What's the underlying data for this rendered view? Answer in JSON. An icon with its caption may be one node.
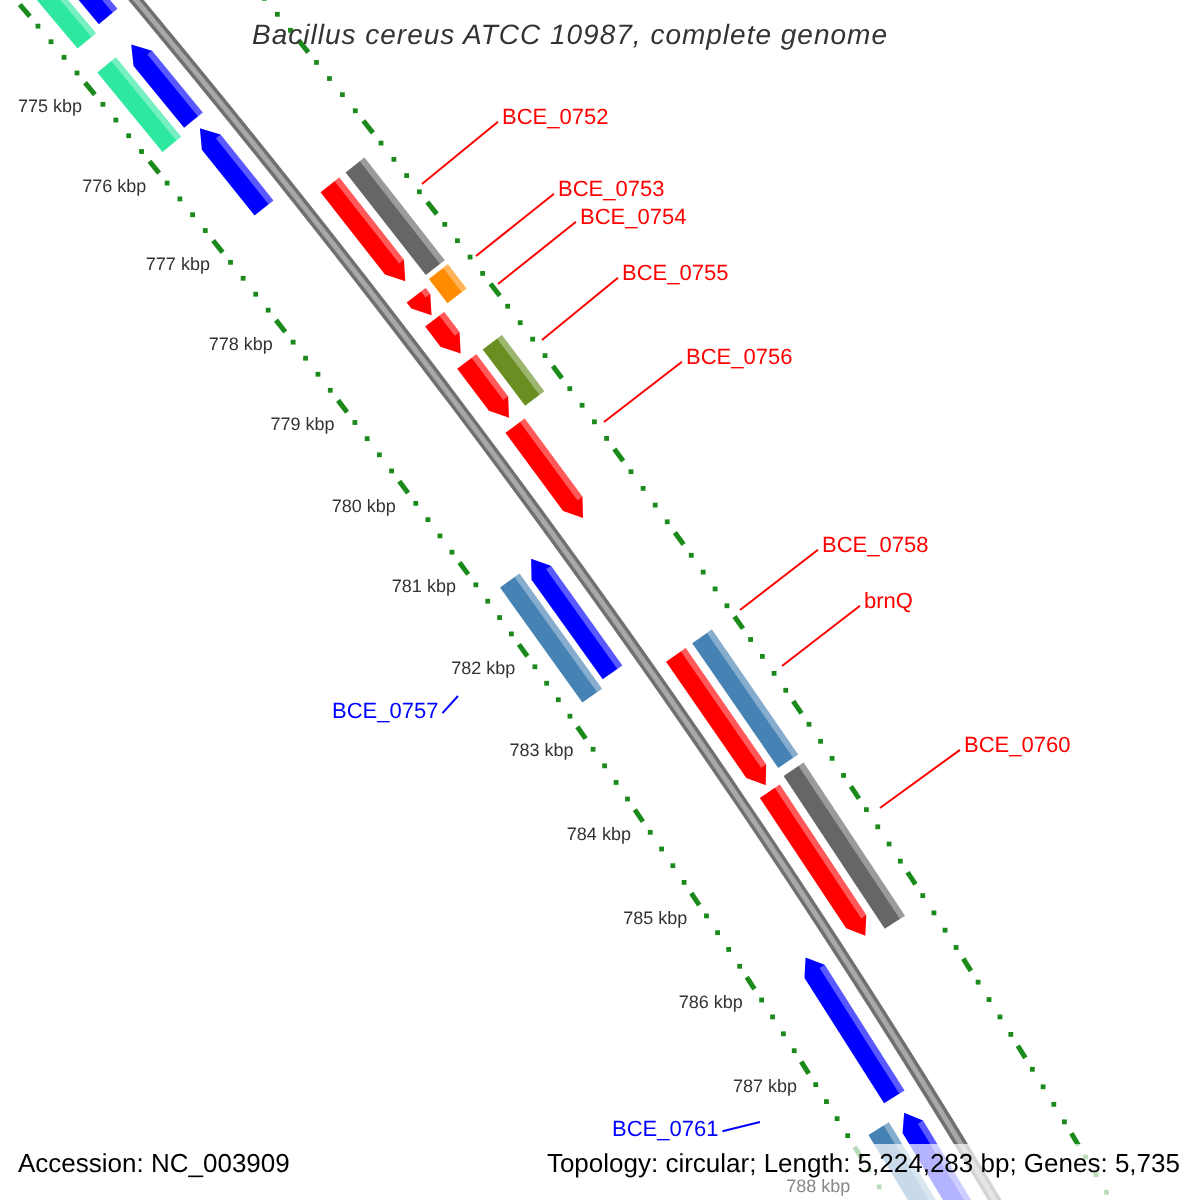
{
  "diagram": {
    "title": "Bacillus cereus ATCC 10987, complete genome",
    "nodes": [
      {
        "text": [
          "BCE_0752"
        ]
      },
      {
        "text": [
          "BCE_0753"
        ]
      },
      {
        "text": [
          "BCE_0754"
        ]
      },
      {
        "text": [
          "BCE_0755"
        ]
      },
      {
        "text": [
          "BCE_0756"
        ]
      },
      {
        "text": [
          "BCE_0758"
        ]
      },
      {
        "text": [
          "brnQ"
        ]
      },
      {
        "text": [
          "BCE_0760"
        ]
      },
      {
        "text": [
          "BCE_0757"
        ]
      },
      {
        "text": [
          "BCE_0761"
        ]
      }
    ],
    "edges": [
      {
        "from": 0,
        "to": null,
        "arrow": "none"
      },
      {
        "from": 1,
        "to": null,
        "arrow": "none"
      },
      {
        "from": 2,
        "to": null,
        "arrow": "none"
      },
      {
        "from": 3,
        "to": null,
        "arrow": "none"
      },
      {
        "from": 4,
        "to": null,
        "arrow": "none"
      },
      {
        "from": 5,
        "to": null,
        "arrow": "none"
      },
      {
        "from": 6,
        "to": null,
        "arrow": "none"
      },
      {
        "from": 7,
        "to": null,
        "arrow": "none"
      },
      {
        "from": 8,
        "to": null,
        "arrow": "none",
        "color": "#0000ff"
      },
      {
        "from": 9,
        "to": null,
        "arrow": "none",
        "color": "#0000ff"
      }
    ],
    "labels": [
      "775 kbp",
      "776 kbp",
      "777 kbp",
      "778 kbp",
      "779 kbp",
      "780 kbp",
      "781 kbp",
      "782 kbp",
      "783 kbp",
      "784 kbp",
      "785 kbp",
      "786 kbp",
      "787 kbp",
      "788 kbp",
      "Accession: NC_003909",
      "Topology: circular; Length: 5,224,283 bp; Genes: 5,735"
    ]
  }
}
